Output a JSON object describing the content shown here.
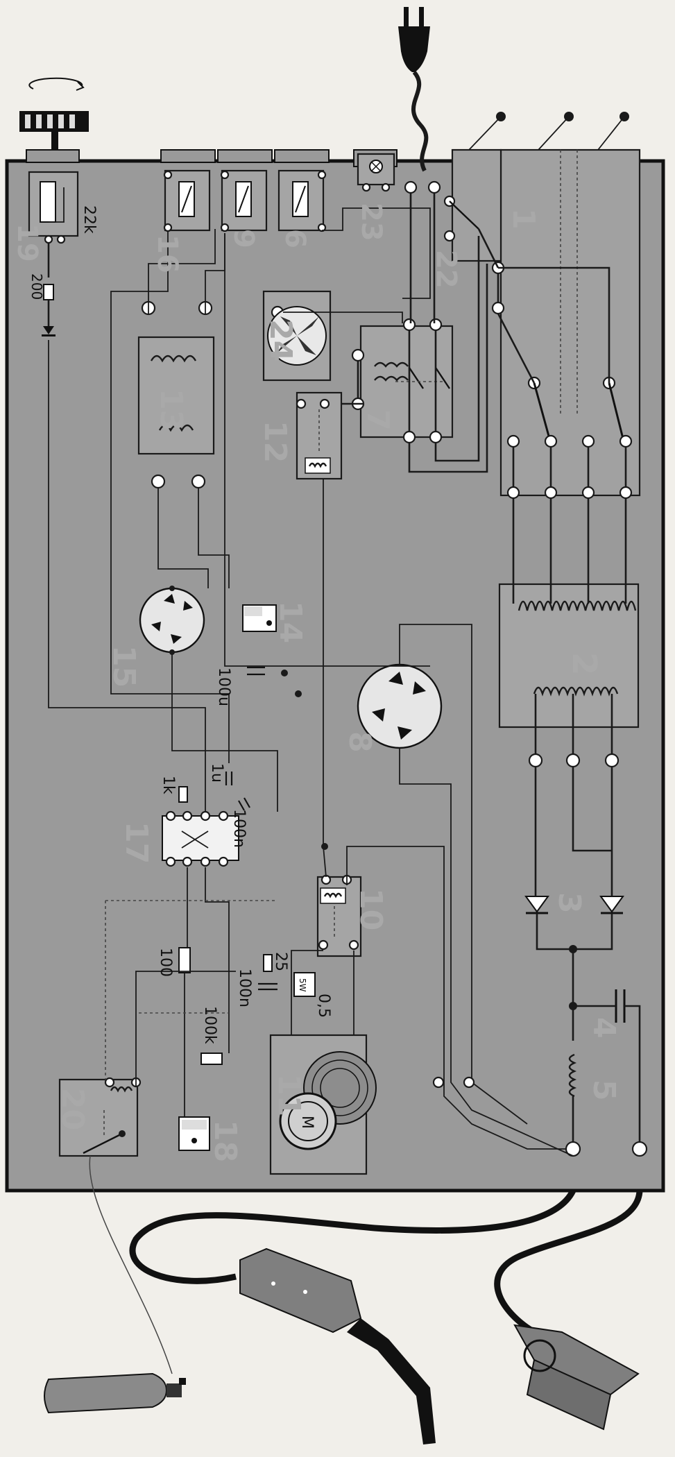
{
  "component_numbers": {
    "n1": "1",
    "n2": "2",
    "n3": "3",
    "n4": "4",
    "n5": "5",
    "n6": "6",
    "n7": "7",
    "n8": "8",
    "n9": "9",
    "n10": "10",
    "n11": "11",
    "n12": "12",
    "n13": "13",
    "n14": "14",
    "n15": "15",
    "n16": "16",
    "n17": "17",
    "n18": "18",
    "n19": "19",
    "n20": "20",
    "n22": "22",
    "n23": "23",
    "n24": "24"
  },
  "values": {
    "r_22k": "22k",
    "r_200": "200",
    "c_100u": "100u",
    "c_1u": "1u",
    "r_1k": "1k",
    "c_100n_ic": "100n",
    "r_100": "100",
    "r_25": "25",
    "c_100n_low": "100n",
    "r_05": "0,5",
    "r_5w": "5W",
    "r_100k": "100k",
    "motor_m": "M"
  },
  "colors": {
    "panel": "#9a9a9a",
    "wire": "#1a1a1a",
    "terminal": "#ffffff",
    "number_label": "#a9a9a9"
  }
}
